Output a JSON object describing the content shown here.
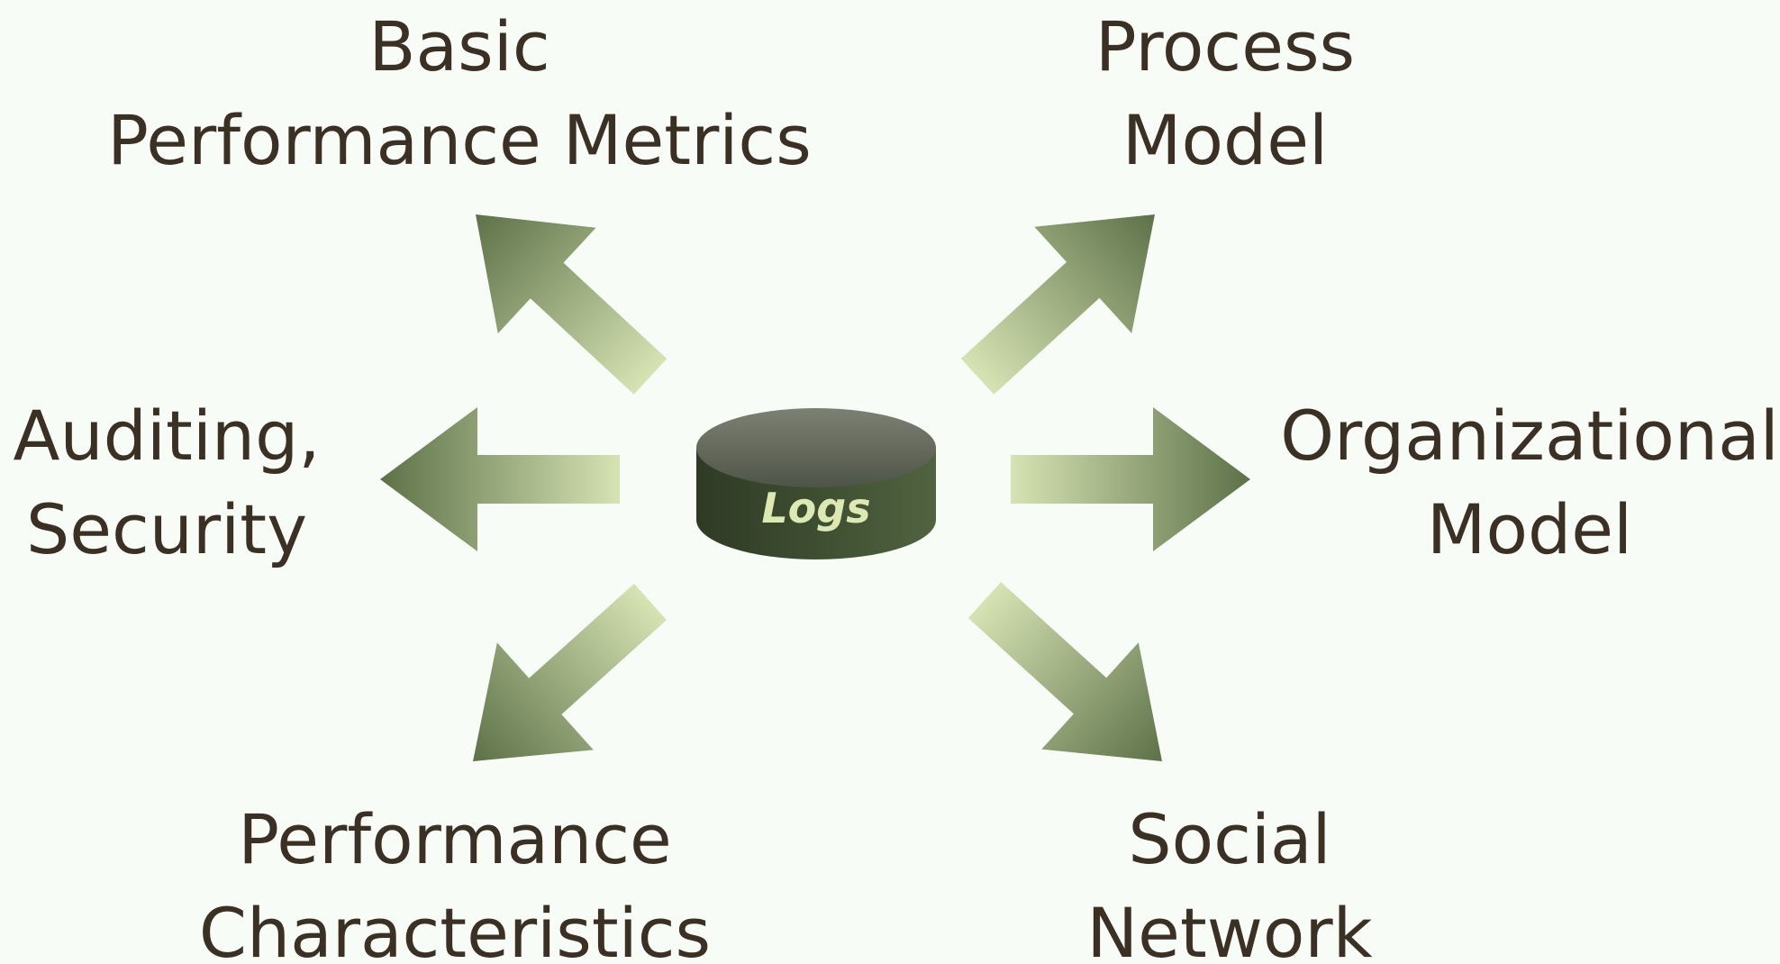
{
  "center": {
    "label": "Logs"
  },
  "outputs": {
    "basic_performance_metrics": {
      "line1": "Basic",
      "line2": "Performance Metrics"
    },
    "process_model": {
      "line1": "Process",
      "line2": "Model"
    },
    "auditing_security": {
      "line1": "Auditing,",
      "line2": "Security"
    },
    "organizational_model": {
      "line1": "Organizational",
      "line2": "Model"
    },
    "performance_characteristics": {
      "line1": "Performance",
      "line2": "Characteristics"
    },
    "social_network": {
      "line1": "Social",
      "line2": "Network"
    }
  },
  "colors": {
    "background": "#f8fcf6",
    "text": "#3a3124",
    "arrow_dark": "#5d7148",
    "arrow_light": "#d6e3b3",
    "cylinder_body": "#3e4e31",
    "cylinder_top": "#6a6f62",
    "logs_text": "#dde9b2"
  }
}
